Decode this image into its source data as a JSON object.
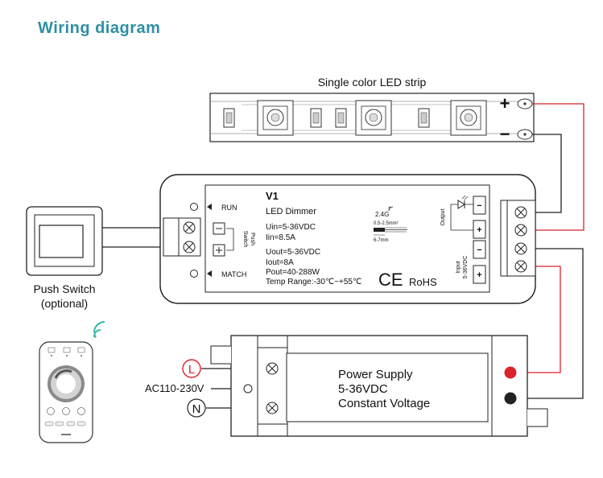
{
  "title": "Wiring diagram",
  "led_strip": {
    "label": "Single color LED strip",
    "plus": "+",
    "minus": "−"
  },
  "dimmer": {
    "model": "V1",
    "name": "LED Dimmer",
    "run": "RUN",
    "match": "MATCH",
    "push_switch_line1": "Push",
    "push_switch_line2": "Switch",
    "specs": [
      "Uin=5-36VDC",
      "Iin=8.5A",
      "Uout=5-36VDC",
      "Iout=8A",
      "Pout=40-288W",
      "Temp Range:-30℃~+55℃"
    ],
    "rf": "2.4G",
    "wire_spec": "0.5-2.5mm²",
    "strip_spec": "6-7mm",
    "ce": "CE",
    "rohs": "RoHS",
    "output_label": "Output",
    "input_label_1": "Input",
    "input_label_2": "5-36VDC",
    "term_minus": "−",
    "term_plus": "+"
  },
  "push_switch": {
    "label_1": "Push Switch",
    "label_2": "(optional)"
  },
  "power_supply": {
    "line1": "Power Supply",
    "line2": "5-36VDC",
    "line3": "Constant Voltage",
    "ac": "AC110-230V",
    "live": "L",
    "neutral": "N"
  },
  "colors": {
    "title": "#2f8fa3",
    "positive_wire": "#d8232a",
    "negative_wire": "#222222",
    "wifi": "#2fb5a8"
  }
}
